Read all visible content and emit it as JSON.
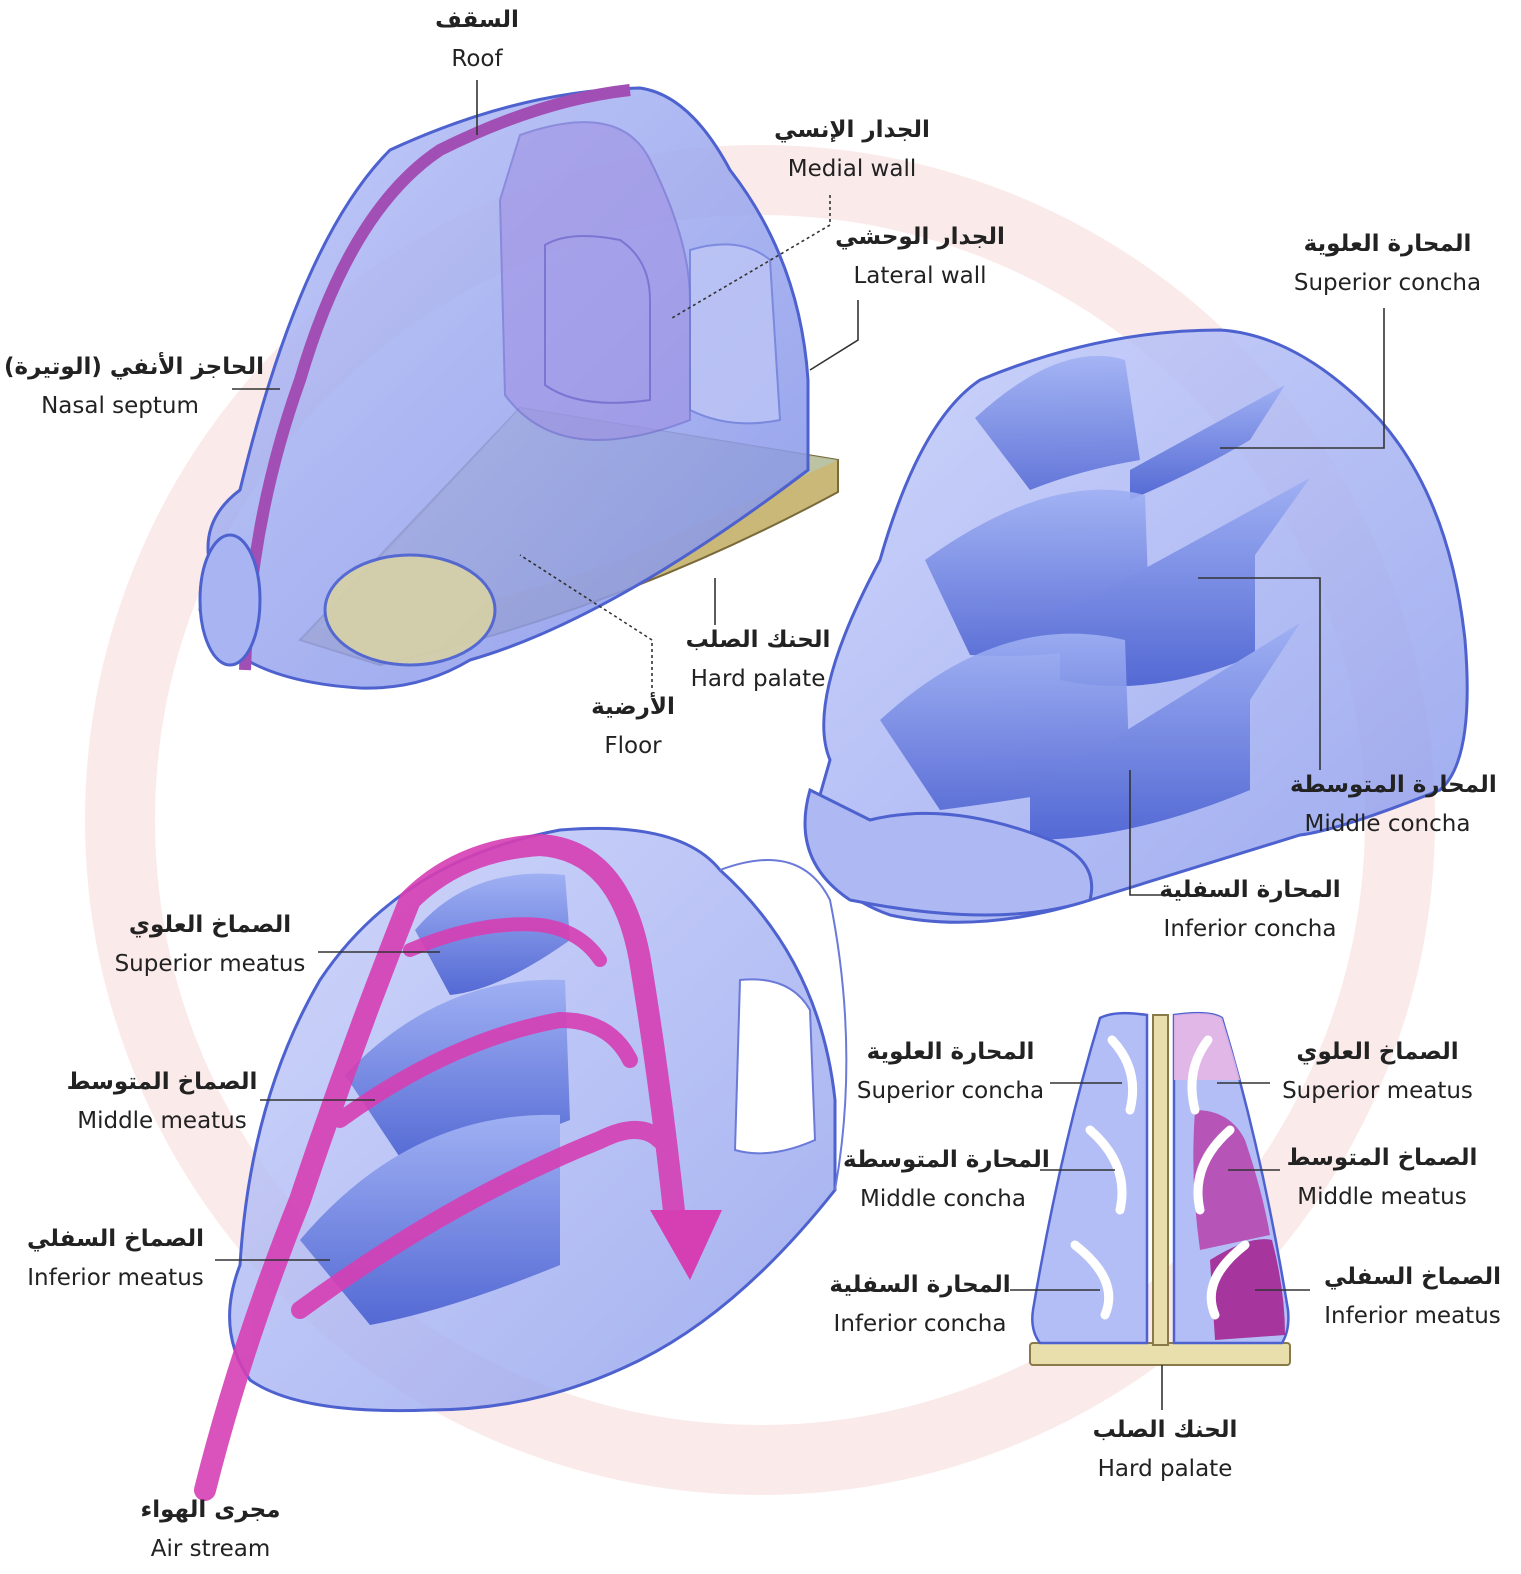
{
  "colors": {
    "cavity_fill": "#8f9cf0",
    "cavity_stroke": "#4d62cf",
    "septum": "#a24fb5",
    "palate": "#e8dfad",
    "airstream": "#d63fb4",
    "watermark": "#f6d6d6"
  },
  "labels": {
    "roof": {
      "ar": "السقف",
      "en": "Roof"
    },
    "medial_wall": {
      "ar": "الجدار الإنسي",
      "en": "Medial wall"
    },
    "lateral_wall": {
      "ar": "الجدار الوحشي",
      "en": "Lateral wall"
    },
    "nasal_septum": {
      "ar": "الحاجز الأنفي (الوتيرة)",
      "en": "Nasal septum"
    },
    "hard_palate_1": {
      "ar": "الحنك الصلب",
      "en": "Hard palate"
    },
    "floor": {
      "ar": "الأرضية",
      "en": "Floor"
    },
    "superior_concha_1": {
      "ar": "المحارة العلوية",
      "en": "Superior concha"
    },
    "middle_concha_1": {
      "ar": "المحارة المتوسطة",
      "en": "Middle concha"
    },
    "inferior_concha_1": {
      "ar": "المحارة السفلية",
      "en": "Inferior concha"
    },
    "superior_meatus_1": {
      "ar": "الصماخ العلوي",
      "en": "Superior meatus"
    },
    "middle_meatus_1": {
      "ar": "الصماخ المتوسط",
      "en": "Middle meatus"
    },
    "inferior_meatus_1": {
      "ar": "الصماخ السفلي",
      "en": "Inferior meatus"
    },
    "air_stream": {
      "ar": "مجرى الهواء",
      "en": "Air stream"
    },
    "superior_concha_2": {
      "ar": "المحارة العلوية",
      "en": "Superior concha"
    },
    "middle_concha_2": {
      "ar": "المحارة المتوسطة",
      "en": "Middle concha"
    },
    "inferior_concha_2": {
      "ar": "المحارة السفلية",
      "en": "Inferior concha"
    },
    "superior_meatus_2": {
      "ar": "الصماخ العلوي",
      "en": "Superior meatus"
    },
    "middle_meatus_2": {
      "ar": "الصماخ المتوسط",
      "en": "Middle meatus"
    },
    "inferior_meatus_2": {
      "ar": "الصماخ السفلي",
      "en": "Inferior meatus"
    },
    "hard_palate_2": {
      "ar": "الحنك الصلب",
      "en": "Hard palate"
    }
  }
}
